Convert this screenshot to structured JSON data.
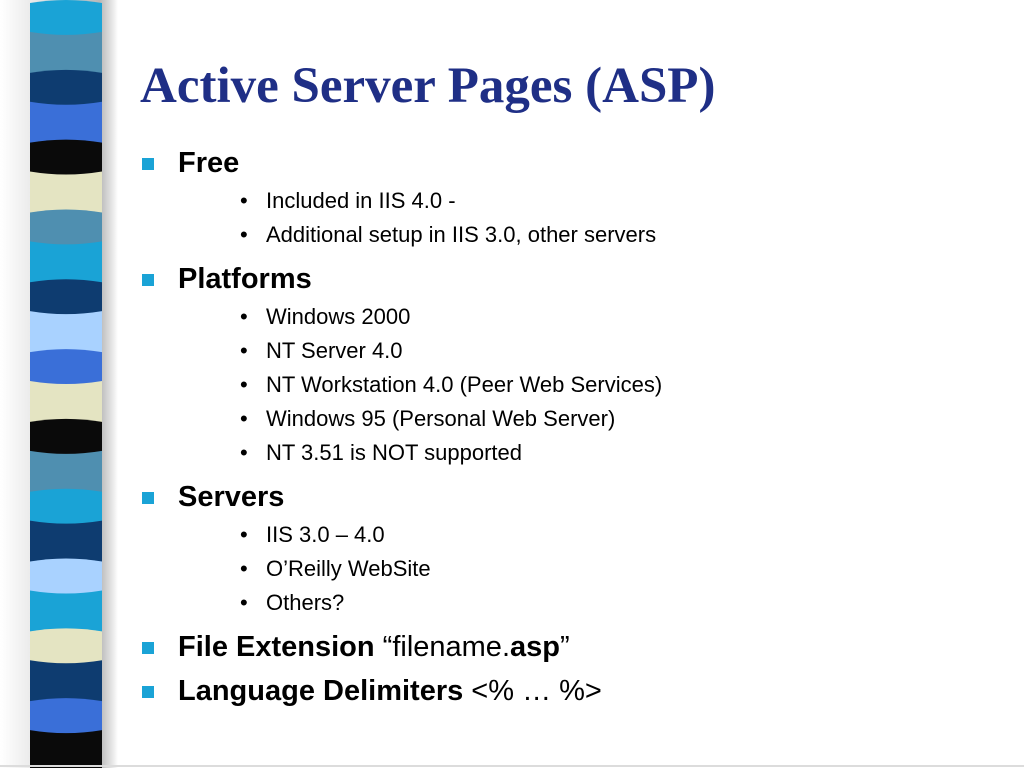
{
  "slide": {
    "title": "Active Server Pages (ASP)",
    "colors": {
      "title": "#1f2f86",
      "bullet": "#1aa3d6",
      "text": "#000000"
    },
    "ribbon_colors": [
      "#1aa3d6",
      "#4f8fb0",
      "#0e3c70",
      "#3a6fd8",
      "#0a0a0a",
      "#e4e4c2",
      "#4f8fb0",
      "#1aa3d6",
      "#0e3c70",
      "#a9d2ff",
      "#3a6fd8",
      "#e4e4c2",
      "#0a0a0a",
      "#4f8fb0",
      "#1aa3d6",
      "#0e3c70",
      "#a9d2ff",
      "#1aa3d6",
      "#e4e4c2",
      "#0e3c70",
      "#3a6fd8",
      "#0a0a0a"
    ],
    "sections": [
      {
        "heading": "Free",
        "items": [
          "Included in IIS 4.0 -",
          "Additional setup in IIS 3.0, other servers"
        ]
      },
      {
        "heading": "Platforms",
        "items": [
          "Windows 2000",
          "NT Server 4.0",
          "NT Workstation 4.0 (Peer Web Services)",
          "Windows 95 (Personal Web Server)",
          "NT 3.51 is NOT supported"
        ]
      },
      {
        "heading": "Servers",
        "items": [
          "IIS 3.0 – 4.0",
          "O’Reilly WebSite",
          "Others?"
        ]
      }
    ],
    "file_extension": {
      "heading": "File Extension",
      "value_prefix": " “filename.",
      "value_bold": "asp",
      "value_suffix": "”"
    },
    "language_delimiters": {
      "heading": "Language Delimiters",
      "value": " <% … %>"
    }
  }
}
